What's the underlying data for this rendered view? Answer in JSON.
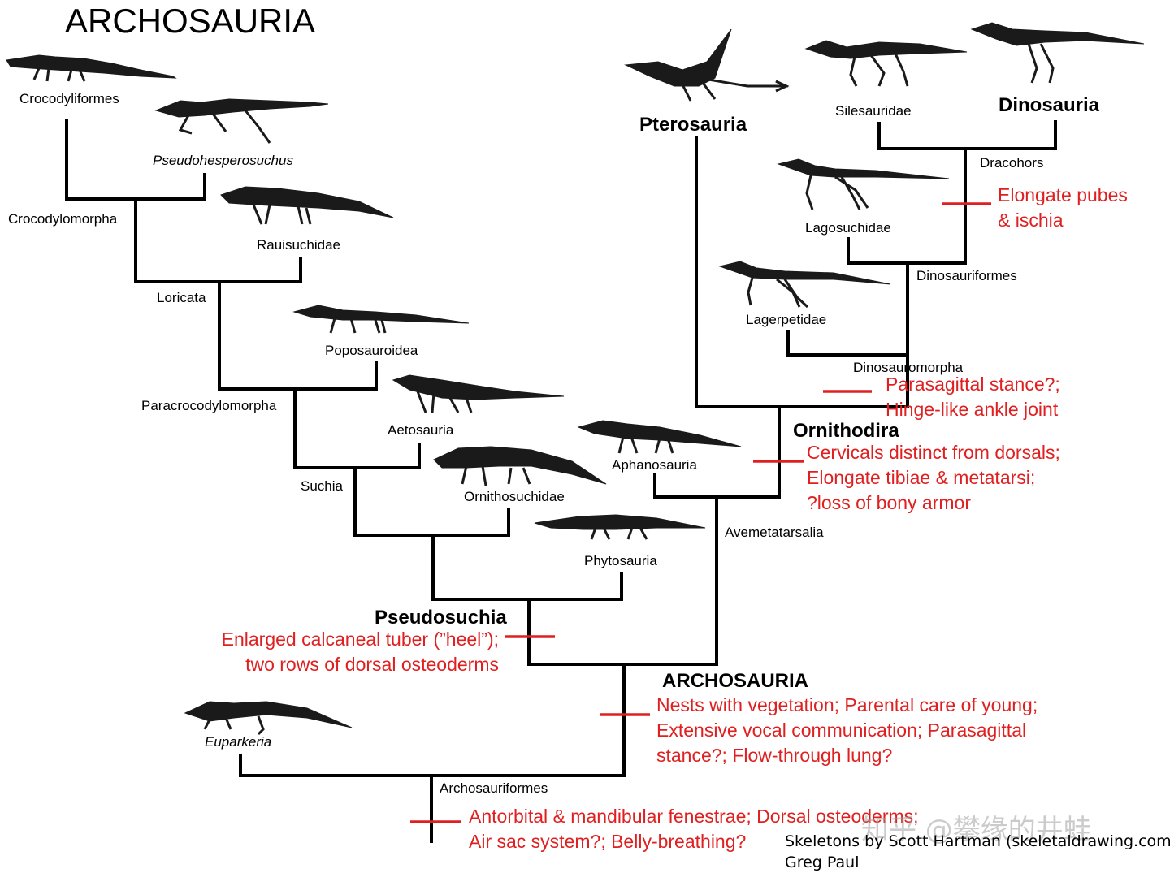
{
  "title": "ARCHOSAURIA",
  "taxa": {
    "crocodyliformes": "Crocodyliformes",
    "pseudohesperosuchus": "Pseudohesperosuchus",
    "crocodylomorpha": "Crocodylomorpha",
    "rauisuchidae": "Rauisuchidae",
    "loricata": "Loricata",
    "poposauroidea": "Poposauroidea",
    "paracrocodylomorpha": "Paracrocodylomorpha",
    "aetosauria": "Aetosauria",
    "suchia": "Suchia",
    "ornithosuchidae": "Ornithosuchidae",
    "phytosauria": "Phytosauria",
    "pseudosuchia": "Pseudosuchia",
    "aphanosauria": "Aphanosauria",
    "avemetatarsalia": "Avemetatarsalia",
    "pterosauria": "Pterosauria",
    "silesauridae": "Silesauridae",
    "dinosauria": "Dinosauria",
    "dracohors": "Dracohors",
    "lagosuchidae": "Lagosuchidae",
    "dinosauriformes": "Dinosauriformes",
    "lagerpetidae": "Lagerpetidae",
    "dinosauromorpha": "Dinosauromorpha",
    "ornithodira": "Ornithodira",
    "archosauria": "ARCHOSAURIA",
    "euparkeria": "Euparkeria",
    "archosauriformes": "Archosauriformes"
  },
  "traits": {
    "dracohors": [
      "Elongate pubes",
      "& ischia"
    ],
    "dinosauromorpha": [
      "Parasagittal stance?;",
      "Hinge-like ankle joint"
    ],
    "ornithodira": [
      "Cervicals distinct from dorsals;",
      "Elongate tibiae & metatarsi;",
      "?loss of bony armor"
    ],
    "pseudosuchia": [
      "Enlarged calcaneal tuber (”heel”);",
      "two rows of dorsal osteoderms"
    ],
    "archosauria": [
      "Nests with vegetation; Parental care of young;",
      "Extensive vocal communication; Parasagittal",
      "stance?; Flow-through lung?"
    ],
    "archosauriformes": [
      "Antorbital & mandibular fenestrae; Dorsal osteoderms;",
      "Air sac system?; Belly-breathing?"
    ]
  },
  "credit": [
    "Skeletons by Scott Hartman (skeletaldrawing.com),",
    "Greg Paul"
  ],
  "watermark": "知乎 @攀缘的井蛙",
  "colors": {
    "tree": "#000000",
    "trait": "#e02020",
    "skeleton": "#1a1a1a"
  }
}
